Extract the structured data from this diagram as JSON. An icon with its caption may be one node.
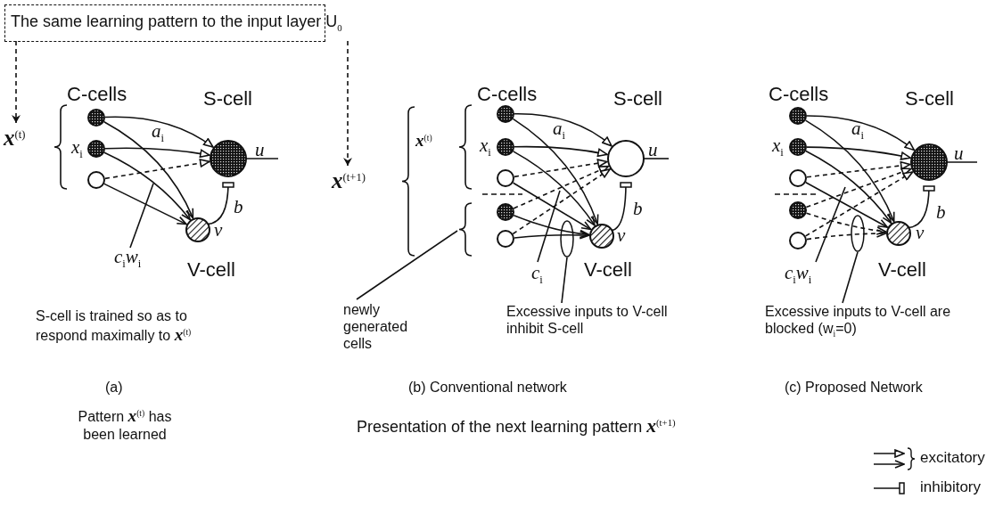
{
  "diagram": {
    "nodes": [
      {
        "text": [
          "The same learning pattern to the input layer U$_{0}$"
        ]
      },
      {
        "text": [
          "**x**$^{(t)}$"
        ]
      },
      {
        "text": [],
        "shape": "circle"
      },
      {
        "text": [],
        "shape": "circle",
        "beside": [
          "x$_{i}$"
        ]
      },
      {
        "text": [],
        "shape": "circle"
      },
      {
        "text": [],
        "shape": "circle",
        "beside": [
          "S-cell"
        ]
      },
      {
        "text": [],
        "shape": "circle",
        "beside": [
          "v",
          "V-cell"
        ]
      },
      {
        "text": [
          "c$_{i}$w$_{i}$"
        ]
      },
      {
        "text": [
          "**x**$^{(t+1)}$"
        ]
      },
      {
        "text": [],
        "shape": "circle"
      },
      {
        "text": [],
        "shape": "circle",
        "beside": [
          "x$_{i}$"
        ]
      },
      {
        "text": [],
        "shape": "circle"
      },
      {
        "text": [],
        "shape": "circle"
      },
      {
        "text": [],
        "shape": "circle"
      },
      {
        "text": [],
        "shape": "circle",
        "beside": [
          "S-cell"
        ]
      },
      {
        "text": [],
        "shape": "circle",
        "beside": [
          "v",
          "V-cell"
        ]
      },
      {
        "text": [],
        "shape": "ellipse"
      },
      {
        "text": [
          "c$_{i}$"
        ]
      },
      {
        "text": [
          "newly generated cells"
        ]
      },
      {
        "text": [
          "Excessive inputs to V-cell inhibit S-cell"
        ]
      },
      {
        "text": [],
        "shape": "circle"
      },
      {
        "text": [],
        "shape": "circle",
        "beside": [
          "x$_{i}$"
        ]
      },
      {
        "text": [],
        "shape": "circle"
      },
      {
        "text": [],
        "shape": "circle"
      },
      {
        "text": [],
        "shape": "circle"
      },
      {
        "text": [],
        "shape": "circle",
        "beside": [
          "S-cell"
        ]
      },
      {
        "text": [],
        "shape": "circle",
        "beside": [
          "v",
          "V-cell"
        ]
      },
      {
        "text": [],
        "shape": "ellipse"
      },
      {
        "text": [
          "c$_{i}$w$_{i}$"
        ]
      },
      {
        "text": [
          "Excessive inputs to V-cell are blocked (w$_{i}$=0)"
        ]
      },
      {
        "text": [],
        "shape": "brace"
      }
    ],
    "edges": [
      {
        "from": 0,
        "to": 1,
        "arrow": "to",
        "style": "dashed"
      },
      {
        "from": 0,
        "to": 8,
        "arrow": "to",
        "style": "dashed"
      },
      {
        "from": 2,
        "to": 5,
        "arrow": "to"
      },
      {
        "from": 2,
        "to": 6,
        "arrow": "to"
      },
      {
        "from": 3,
        "to": 5,
        "arrow": "to",
        "label": "a$_{i}$"
      },
      {
        "from": 3,
        "to": 6,
        "arrow": "to"
      },
      {
        "from": 4,
        "to": 5,
        "arrow": "to",
        "style": "dashed"
      },
      {
        "from": 4,
        "to": 6,
        "arrow": "to"
      },
      {
        "from": 6,
        "to": 5,
        "arrow": "other",
        "label": "b"
      },
      {
        "from": 5,
        "to": null,
        "arrow": "none",
        "label": "u"
      },
      {
        "from": 7,
        "to": null,
        "arrow": "none"
      },
      {
        "from": 9,
        "to": 14,
        "arrow": "to"
      },
      {
        "from": 9,
        "to": 15,
        "arrow": "to"
      },
      {
        "from": 10,
        "to": 14,
        "arrow": "to",
        "label": "a$_{i}$"
      },
      {
        "from": 10,
        "to": 15,
        "arrow": "to"
      },
      {
        "from": 11,
        "to": 14,
        "arrow": "to",
        "style": "dashed"
      },
      {
        "from": 11,
        "to": 15,
        "arrow": "to"
      },
      {
        "from": 12,
        "to": 14,
        "arrow": "to",
        "style": "dashed"
      },
      {
        "from": 12,
        "to": 15,
        "arrow": "to"
      },
      {
        "from": 13,
        "to": 14,
        "arrow": "to",
        "style": "dashed"
      },
      {
        "from": 13,
        "to": 15,
        "arrow": "to"
      },
      {
        "from": 15,
        "to": 14,
        "arrow": "other",
        "label": "b"
      },
      {
        "from": 14,
        "to": null,
        "arrow": "none",
        "label": "u"
      },
      {
        "from": 17,
        "to": null,
        "arrow": "none"
      },
      {
        "from": 18,
        "to": 30,
        "arrow": "none"
      },
      {
        "from": 19,
        "to": 16,
        "arrow": "none"
      },
      {
        "from": 20,
        "to": 25,
        "arrow": "to"
      },
      {
        "from": 20,
        "to": 26,
        "arrow": "to"
      },
      {
        "from": 21,
        "to": 25,
        "arrow": "to",
        "label": "a$_{i}$"
      },
      {
        "from": 21,
        "to": 26,
        "arrow": "to"
      },
      {
        "from": 22,
        "to": 25,
        "arrow": "to",
        "style": "dashed"
      },
      {
        "from": 22,
        "to": 26,
        "arrow": "to"
      },
      {
        "from": 23,
        "to": 25,
        "arrow": "to",
        "style": "dashed"
      },
      {
        "from": 23,
        "to": 26,
        "arrow": "to",
        "style": "dashed"
      },
      {
        "from": 24,
        "to": 25,
        "arrow": "to",
        "style": "dashed"
      },
      {
        "from": 24,
        "to": 26,
        "arrow": "to",
        "style": "dashed"
      },
      {
        "from": 26,
        "to": 25,
        "arrow": "other",
        "label": "b"
      },
      {
        "from": 25,
        "to": null,
        "arrow": "none",
        "label": "u"
      },
      {
        "from": 28,
        "to": null,
        "arrow": "none"
      },
      {
        "from": 29,
        "to": 27,
        "arrow": "none"
      }
    ],
    "labels": [
      "C-cells",
      "S-cell is trained so as to respond maximally to **x**$^{(t)}$",
      "(a)",
      "Pattern **x**$^{(t)}$ has been learned",
      "C-cells",
      "**x**$^{(t)}$",
      "(b) Conventional network",
      "C-cells",
      "(c) Proposed Network",
      "Presentation of the next learning pattern **x**$^{(t+1)}$"
    ],
    "legend": [
      {
        "text": "excitatory"
      },
      {
        "text": "inhibitory"
      }
    ]
  }
}
